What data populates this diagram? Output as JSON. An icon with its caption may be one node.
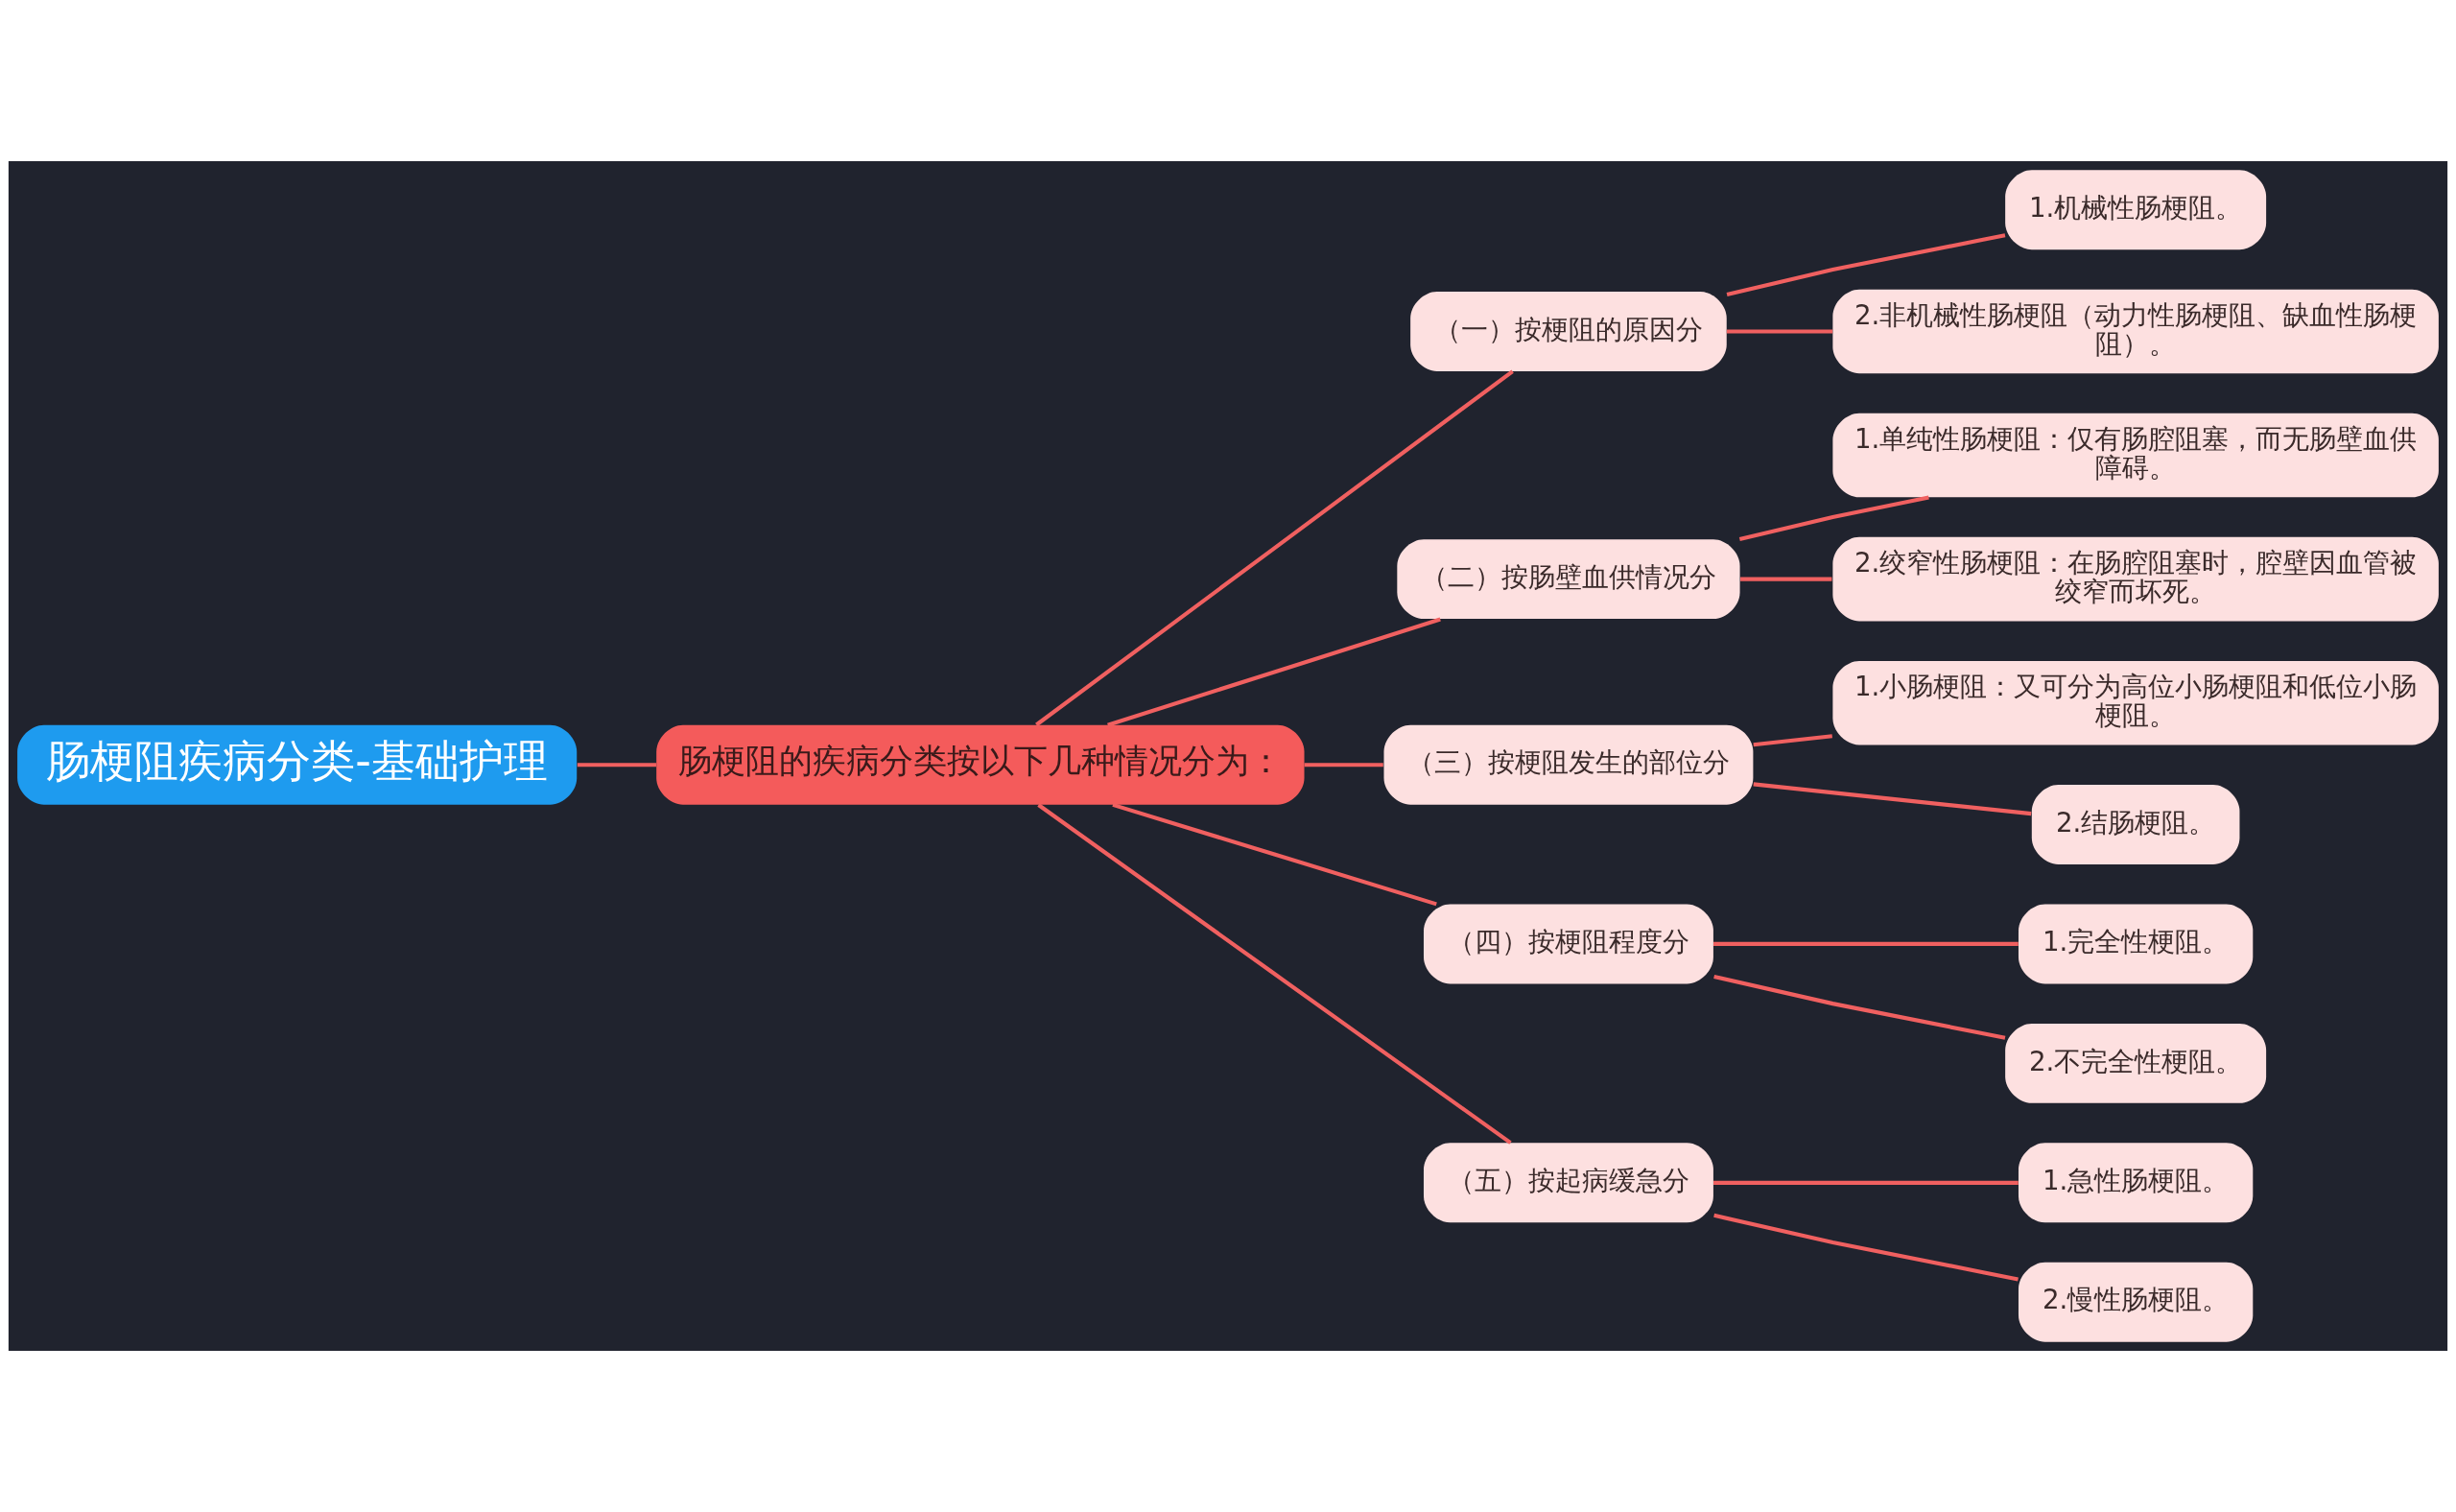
{
  "diagram": {
    "nodes": [
      {
        "text": [
          "肠梗阻疾病分类-基础护理"
        ]
      },
      {
        "text": [
          "肠梗阻的疾病分类按以下几种情况分为："
        ]
      },
      {
        "text": [
          "（一）按梗阻的原因分"
        ]
      },
      {
        "text": [
          "1.机械性肠梗阻。"
        ]
      },
      {
        "text": [
          "2.非机械性肠梗阻（动力性肠梗阻、缺血性肠梗阻）。"
        ]
      },
      {
        "text": [
          "（二）按肠壁血供情况分"
        ]
      },
      {
        "text": [
          "1.单纯性肠梗阻：仅有肠腔阻塞，而无肠壁血供障碍。"
        ]
      },
      {
        "text": [
          "2.绞窄性肠梗阻：在肠腔阻塞时，腔壁因血管被绞窄而坏死。"
        ]
      },
      {
        "text": [
          "（三）按梗阻发生的部位分"
        ]
      },
      {
        "text": [
          "1.小肠梗阻：又可分为高位小肠梗阻和低位小肠梗阻。"
        ]
      },
      {
        "text": [
          "2.结肠梗阻。"
        ]
      },
      {
        "text": [
          "（四）按梗阻程度分"
        ]
      },
      {
        "text": [
          "1.完全性梗阻。"
        ]
      },
      {
        "text": [
          "2.不完全性梗阻。"
        ]
      },
      {
        "text": [
          "（五）按起病缓急分"
        ]
      },
      {
        "text": [
          "1.急性肠梗阻。"
        ]
      },
      {
        "text": [
          "2.慢性肠梗阻。"
        ]
      }
    ],
    "edges": [
      {
        "from": 0,
        "to": 1,
        "arrow": "none"
      },
      {
        "from": 1,
        "to": 2,
        "arrow": "none"
      },
      {
        "from": 2,
        "to": 3,
        "arrow": "none"
      },
      {
        "from": 2,
        "to": 4,
        "arrow": "none"
      },
      {
        "from": 1,
        "to": 5,
        "arrow": "none"
      },
      {
        "from": 5,
        "to": 6,
        "arrow": "none"
      },
      {
        "from": 5,
        "to": 7,
        "arrow": "none"
      },
      {
        "from": 1,
        "to": 8,
        "arrow": "none"
      },
      {
        "from": 8,
        "to": 9,
        "arrow": "none"
      },
      {
        "from": 8,
        "to": 10,
        "arrow": "none"
      },
      {
        "from": 1,
        "to": 11,
        "arrow": "none"
      },
      {
        "from": 11,
        "to": 12,
        "arrow": "none"
      },
      {
        "from": 11,
        "to": 13,
        "arrow": "none"
      },
      {
        "from": 1,
        "to": 14,
        "arrow": "none"
      },
      {
        "from": 14,
        "to": 15,
        "arrow": "none"
      },
      {
        "from": 14,
        "to": 16,
        "arrow": "none"
      }
    ]
  }
}
